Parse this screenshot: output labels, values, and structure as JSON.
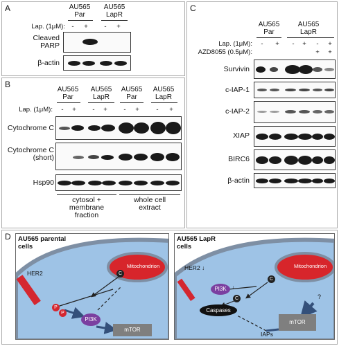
{
  "panels": {
    "A": {
      "letter": "A",
      "group_par": "AU565\nPar",
      "group_lapr": "AU565\nLapR",
      "treatment_label": "Lap. (1μM):",
      "signs": [
        "-",
        "+",
        "-",
        "+"
      ],
      "rows": [
        "Cleaved\nPARP",
        "β-actin"
      ]
    },
    "B": {
      "letter": "B",
      "groups": [
        "AU565\nPar",
        "AU565\nLapR",
        "AU565\nPar",
        "AU565\nLapR"
      ],
      "treatment_label": "Lap. (1μM):",
      "signs": [
        "-",
        "+",
        "-",
        "+",
        "-",
        "+",
        "-",
        "+"
      ],
      "rows": [
        "Cytochrome C",
        "Cytochrome C\n(short)",
        "Hsp90"
      ],
      "fractions": [
        "cytosol +\nmembrane\nfraction",
        "whole cell\nextract"
      ]
    },
    "C": {
      "letter": "C",
      "group_par": "AU565\nPar",
      "group_lapr": "AU565\nLapR",
      "treatment_label": "Lap. (1μM):",
      "inhibitor_label": "AZD8055 (0.5μM):",
      "lap_signs": [
        "-",
        "+",
        "-",
        "+",
        "-",
        "+"
      ],
      "azd_signs": [
        "",
        "",
        "",
        "",
        "+",
        "+"
      ],
      "rows": [
        "Survivin",
        "c-IAP-1",
        "c-IAP-2",
        "XIAP",
        "BIRC6",
        "β-actin"
      ]
    },
    "D": {
      "letter": "D",
      "left": {
        "title": "AU565 parental\ncells",
        "her2": "HER2",
        "p": "P",
        "c": "C",
        "mito": "Mitochondrion",
        "pi3k": "PI3K",
        "mtor": "mTOR"
      },
      "right": {
        "title": "AU565 LapR\ncells",
        "her2": "HER2 ↓",
        "pi3k": "PI3K",
        "pi3k_arrow": "↓",
        "c": "C",
        "c2": "C",
        "mito": "Mitochondrion",
        "caspases": "Caspases",
        "mtor": "mTOR",
        "iaps": "IAPs",
        "question": "?"
      }
    }
  },
  "colors": {
    "cell_blue": "#9ec3e6",
    "membrane": "#7e8fa4",
    "mito_red": "#d7252b",
    "her2_red": "#d42730",
    "pi3k_purple": "#7b3fa0",
    "mtor_gray": "#7f7f7f",
    "arrow_navy": "#34507a"
  }
}
